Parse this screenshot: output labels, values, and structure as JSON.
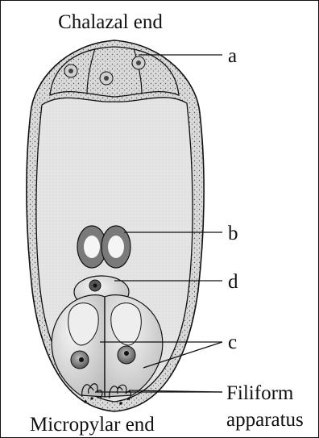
{
  "labels": {
    "top": "Chalazal end",
    "bottom": "Micropylar end",
    "a": "a",
    "b": "b",
    "c": "c",
    "d": "d",
    "filiform_line1": "Filiform",
    "filiform_line2": "apparatus"
  },
  "colors": {
    "wall": "#cfcfcf",
    "sac": "#e2e2e2",
    "nucleus_dark": "#2b2b2b",
    "line": "#111111"
  }
}
